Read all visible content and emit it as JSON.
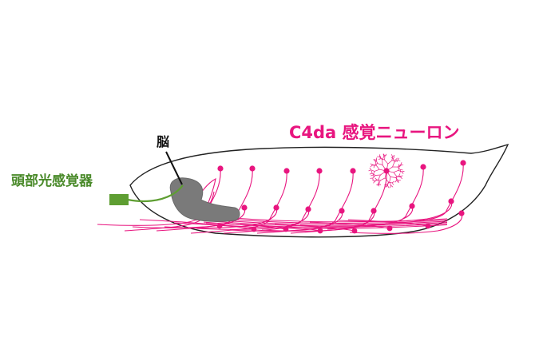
{
  "labels": {
    "neuron": "C4da 感覚ニューロン",
    "brain": "脳",
    "photoreceptor": "頭部光感覚器"
  },
  "colors": {
    "neuron": "#e8157f",
    "brain": "#7a7a7a",
    "photoreceptor": "#5e9e32",
    "label_green": "#4a8a2a",
    "outline": "#222222"
  }
}
